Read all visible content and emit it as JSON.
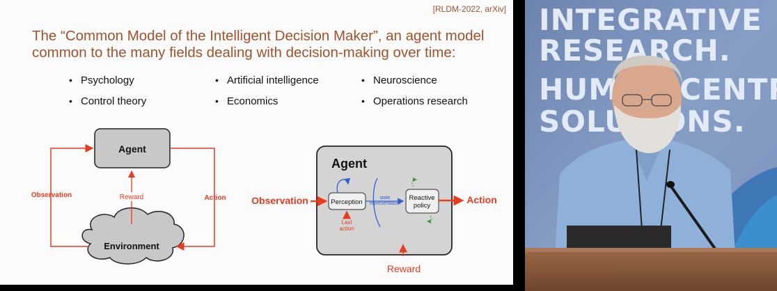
{
  "slide": {
    "citation": "[RLDM-2022, arXiv]",
    "title_line1": "The “Common Model of the Intelligent Decision Maker”, an agent model",
    "title_line2": "common to the many fields dealing with decision-making over time:",
    "bullets": [
      "Psychology",
      "Artificial intelligence",
      "Neuroscience",
      "Control theory",
      "Economics",
      "Operations research"
    ],
    "left_diagram": {
      "agent": "Agent",
      "environment": "Environment",
      "observation": "Observation",
      "action": "Action",
      "reward": "Reward"
    },
    "right_diagram": {
      "agent": "Agent",
      "observation": "Observation",
      "action": "Action",
      "perception": "Perception",
      "state_line1": "state",
      "state_line2": "representation",
      "policy_line1": "Reactive",
      "policy_line2": "policy",
      "last_action_line1": "Last",
      "last_action_line2": "action",
      "reward": "Reward"
    }
  },
  "banner": {
    "line1": "INTEGRATIVE",
    "line2": "RESEARCH.",
    "line3": "HUMAN-CENTRED",
    "line4": "SOLUTIONS."
  },
  "colors": {
    "title": "#a0532a",
    "accent_red": "#e83b1f",
    "state_blue": "#2f5fcf",
    "banner_bg": "#7d93bd",
    "podium": "#8a5a3c"
  }
}
